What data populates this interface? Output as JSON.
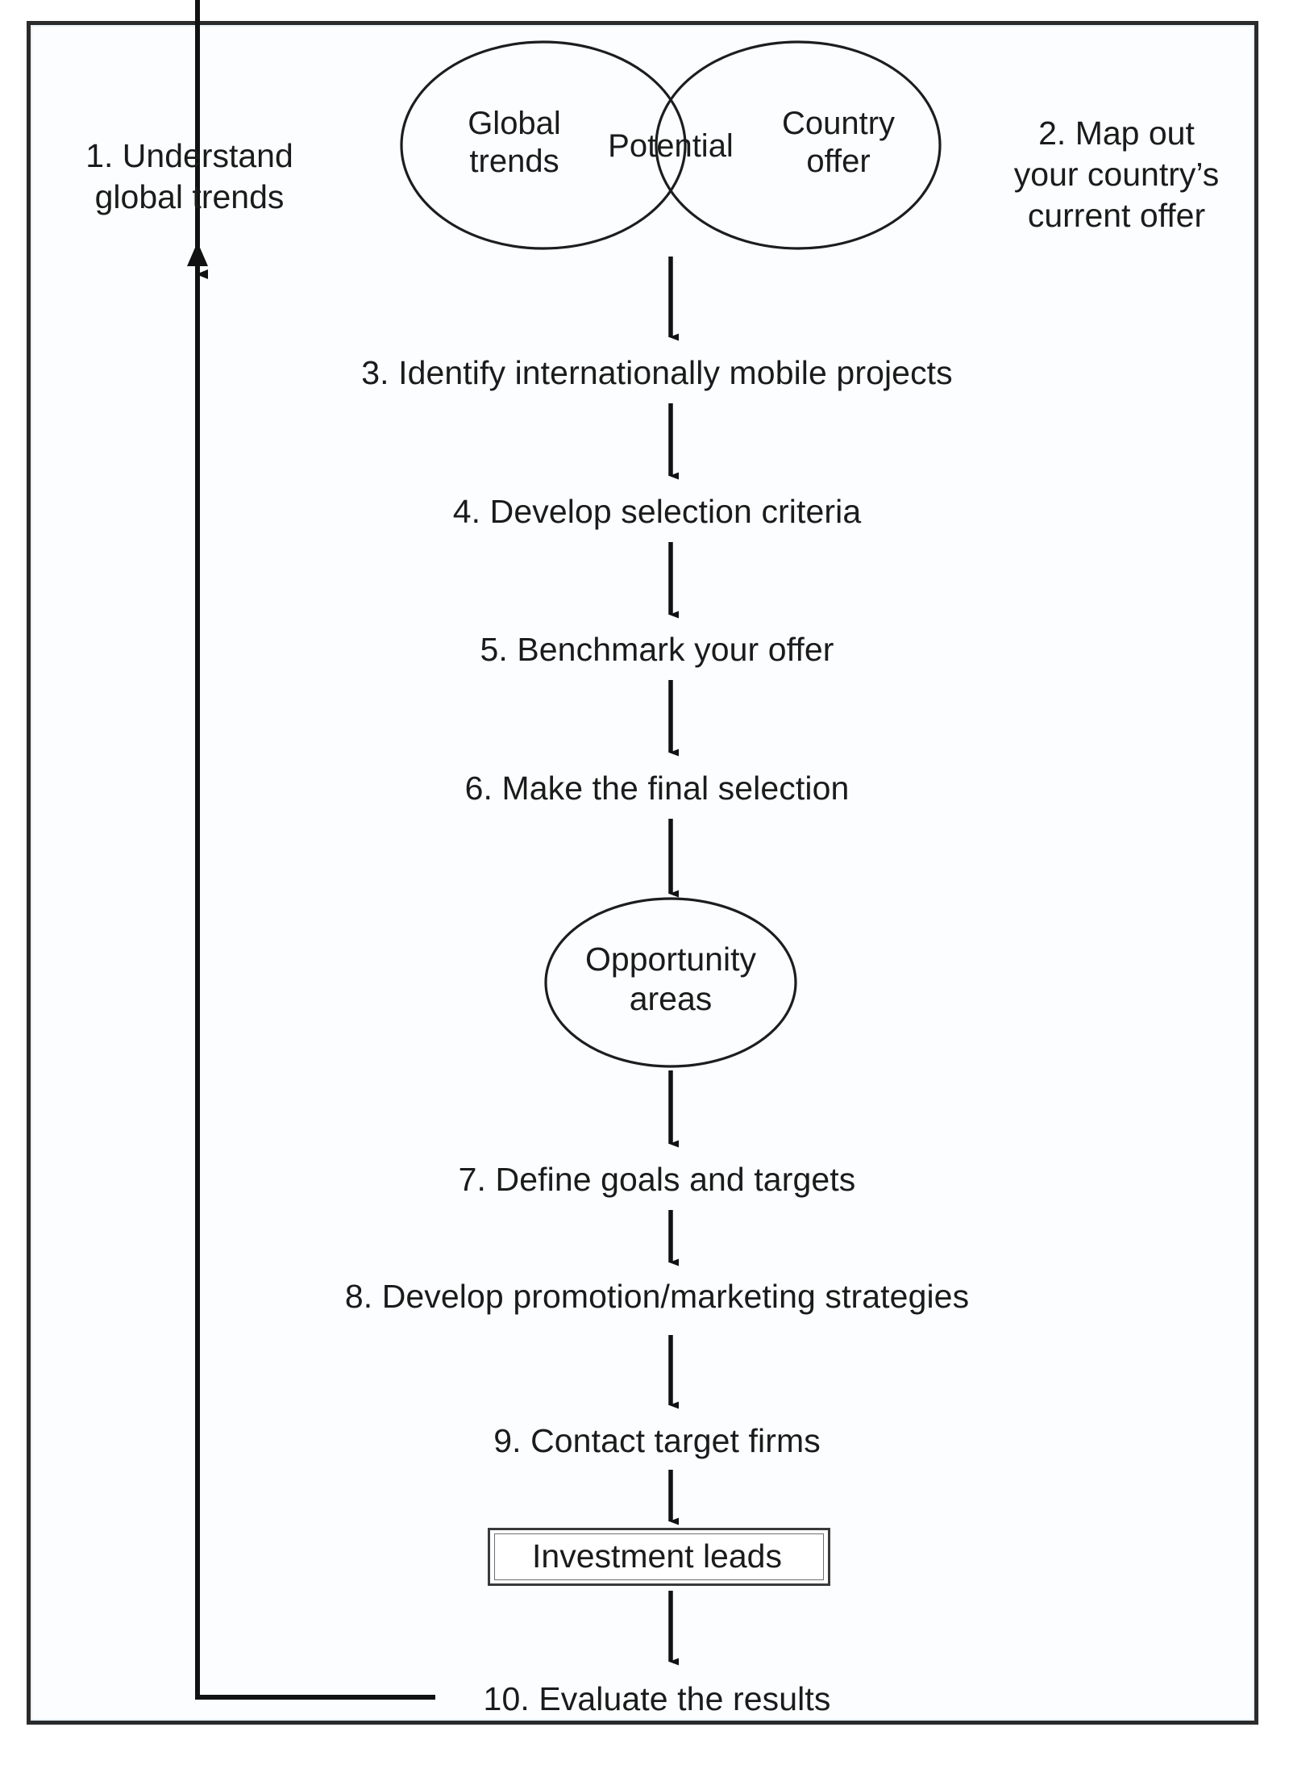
{
  "diagram": {
    "title": "Investment targeting process flowchart",
    "frame_color": "#2b2b2b",
    "text_color": "#1b1b1b",
    "background": "#fbfdfe"
  },
  "venn": {
    "left_circle_label_line1": "Global",
    "left_circle_label_line2": "trends",
    "overlap_label": "Potential",
    "right_circle_label_line1": "Country",
    "right_circle_label_line2": "offer"
  },
  "side_labels": {
    "left_line1": "1. Understand",
    "left_line2": "global trends",
    "right_line1": "2. Map out",
    "right_line2": "your country’s",
    "right_line3": "current offer"
  },
  "steps": [
    {
      "id": "step-3",
      "text": "3. Identify internationally mobile projects"
    },
    {
      "id": "step-4",
      "text": "4. Develop selection criteria"
    },
    {
      "id": "step-5",
      "text": "5. Benchmark your offer"
    },
    {
      "id": "step-6",
      "text": "6. Make the final selection"
    },
    {
      "id": "step-7",
      "text": "7. Define goals and targets"
    },
    {
      "id": "step-8",
      "text": "8. Develop promotion/marketing strategies"
    },
    {
      "id": "step-9",
      "text": "9. Contact target firms"
    },
    {
      "id": "step-10",
      "text": "10. Evaluate the results"
    }
  ],
  "opportunity_ellipse": {
    "line1": "Opportunity",
    "line2": "areas"
  },
  "investment_box": {
    "label": "Investment leads"
  },
  "feedback_loop": {
    "description": "10. Evaluate the results feeds back to 1. Understand global trends"
  }
}
